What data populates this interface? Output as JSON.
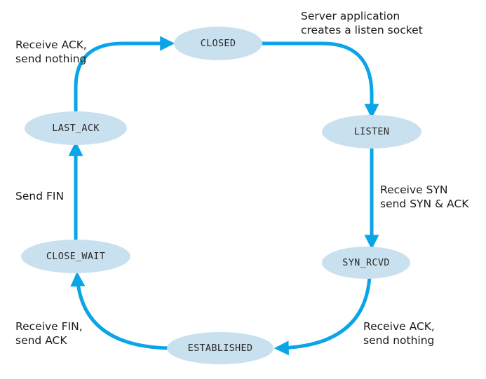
{
  "colors": {
    "arrow": "#0aa5e6",
    "state_fill": "#c9e1ef",
    "background": "#ffffff"
  },
  "states": {
    "closed": "CLOSED",
    "listen": "LISTEN",
    "syn_rcvd": "SYN_RCVD",
    "established": "ESTABLISHED",
    "close_wait": "CLOSE_WAIT",
    "last_ack": "LAST_ACK"
  },
  "transitions": {
    "closed_to_listen": [
      "Server application",
      "creates a listen socket"
    ],
    "listen_to_syn_rcvd": [
      "Receive SYN",
      "send SYN & ACK"
    ],
    "syn_rcvd_to_established": [
      "Receive ACK,",
      "send nothing"
    ],
    "established_to_close_wait": [
      "Receive FIN,",
      "send ACK"
    ],
    "close_wait_to_last_ack": [
      "Send FIN"
    ],
    "last_ack_to_closed": [
      "Receive ACK,",
      "send nothing"
    ]
  }
}
